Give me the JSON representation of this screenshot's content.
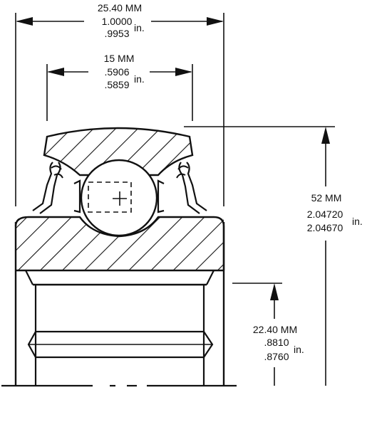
{
  "drawing": {
    "overall_width": {
      "mm": "25.40 MM",
      "in_max": "1.0000",
      "in_min": ".9953",
      "unit": "in."
    },
    "inner_width": {
      "mm": "15 MM",
      "in_max": ".5906",
      "in_min": ".5859",
      "unit": "in."
    },
    "outer_diameter": {
      "mm": "52 MM",
      "in_max": "2.04720",
      "in_min": "2.04670",
      "unit": "in."
    },
    "bore": {
      "mm": "22.40 MM",
      "in_max": ".8810",
      "in_min": ".8760",
      "unit": "in."
    }
  },
  "colors": {
    "line": "#111111",
    "background": "#ffffff"
  }
}
